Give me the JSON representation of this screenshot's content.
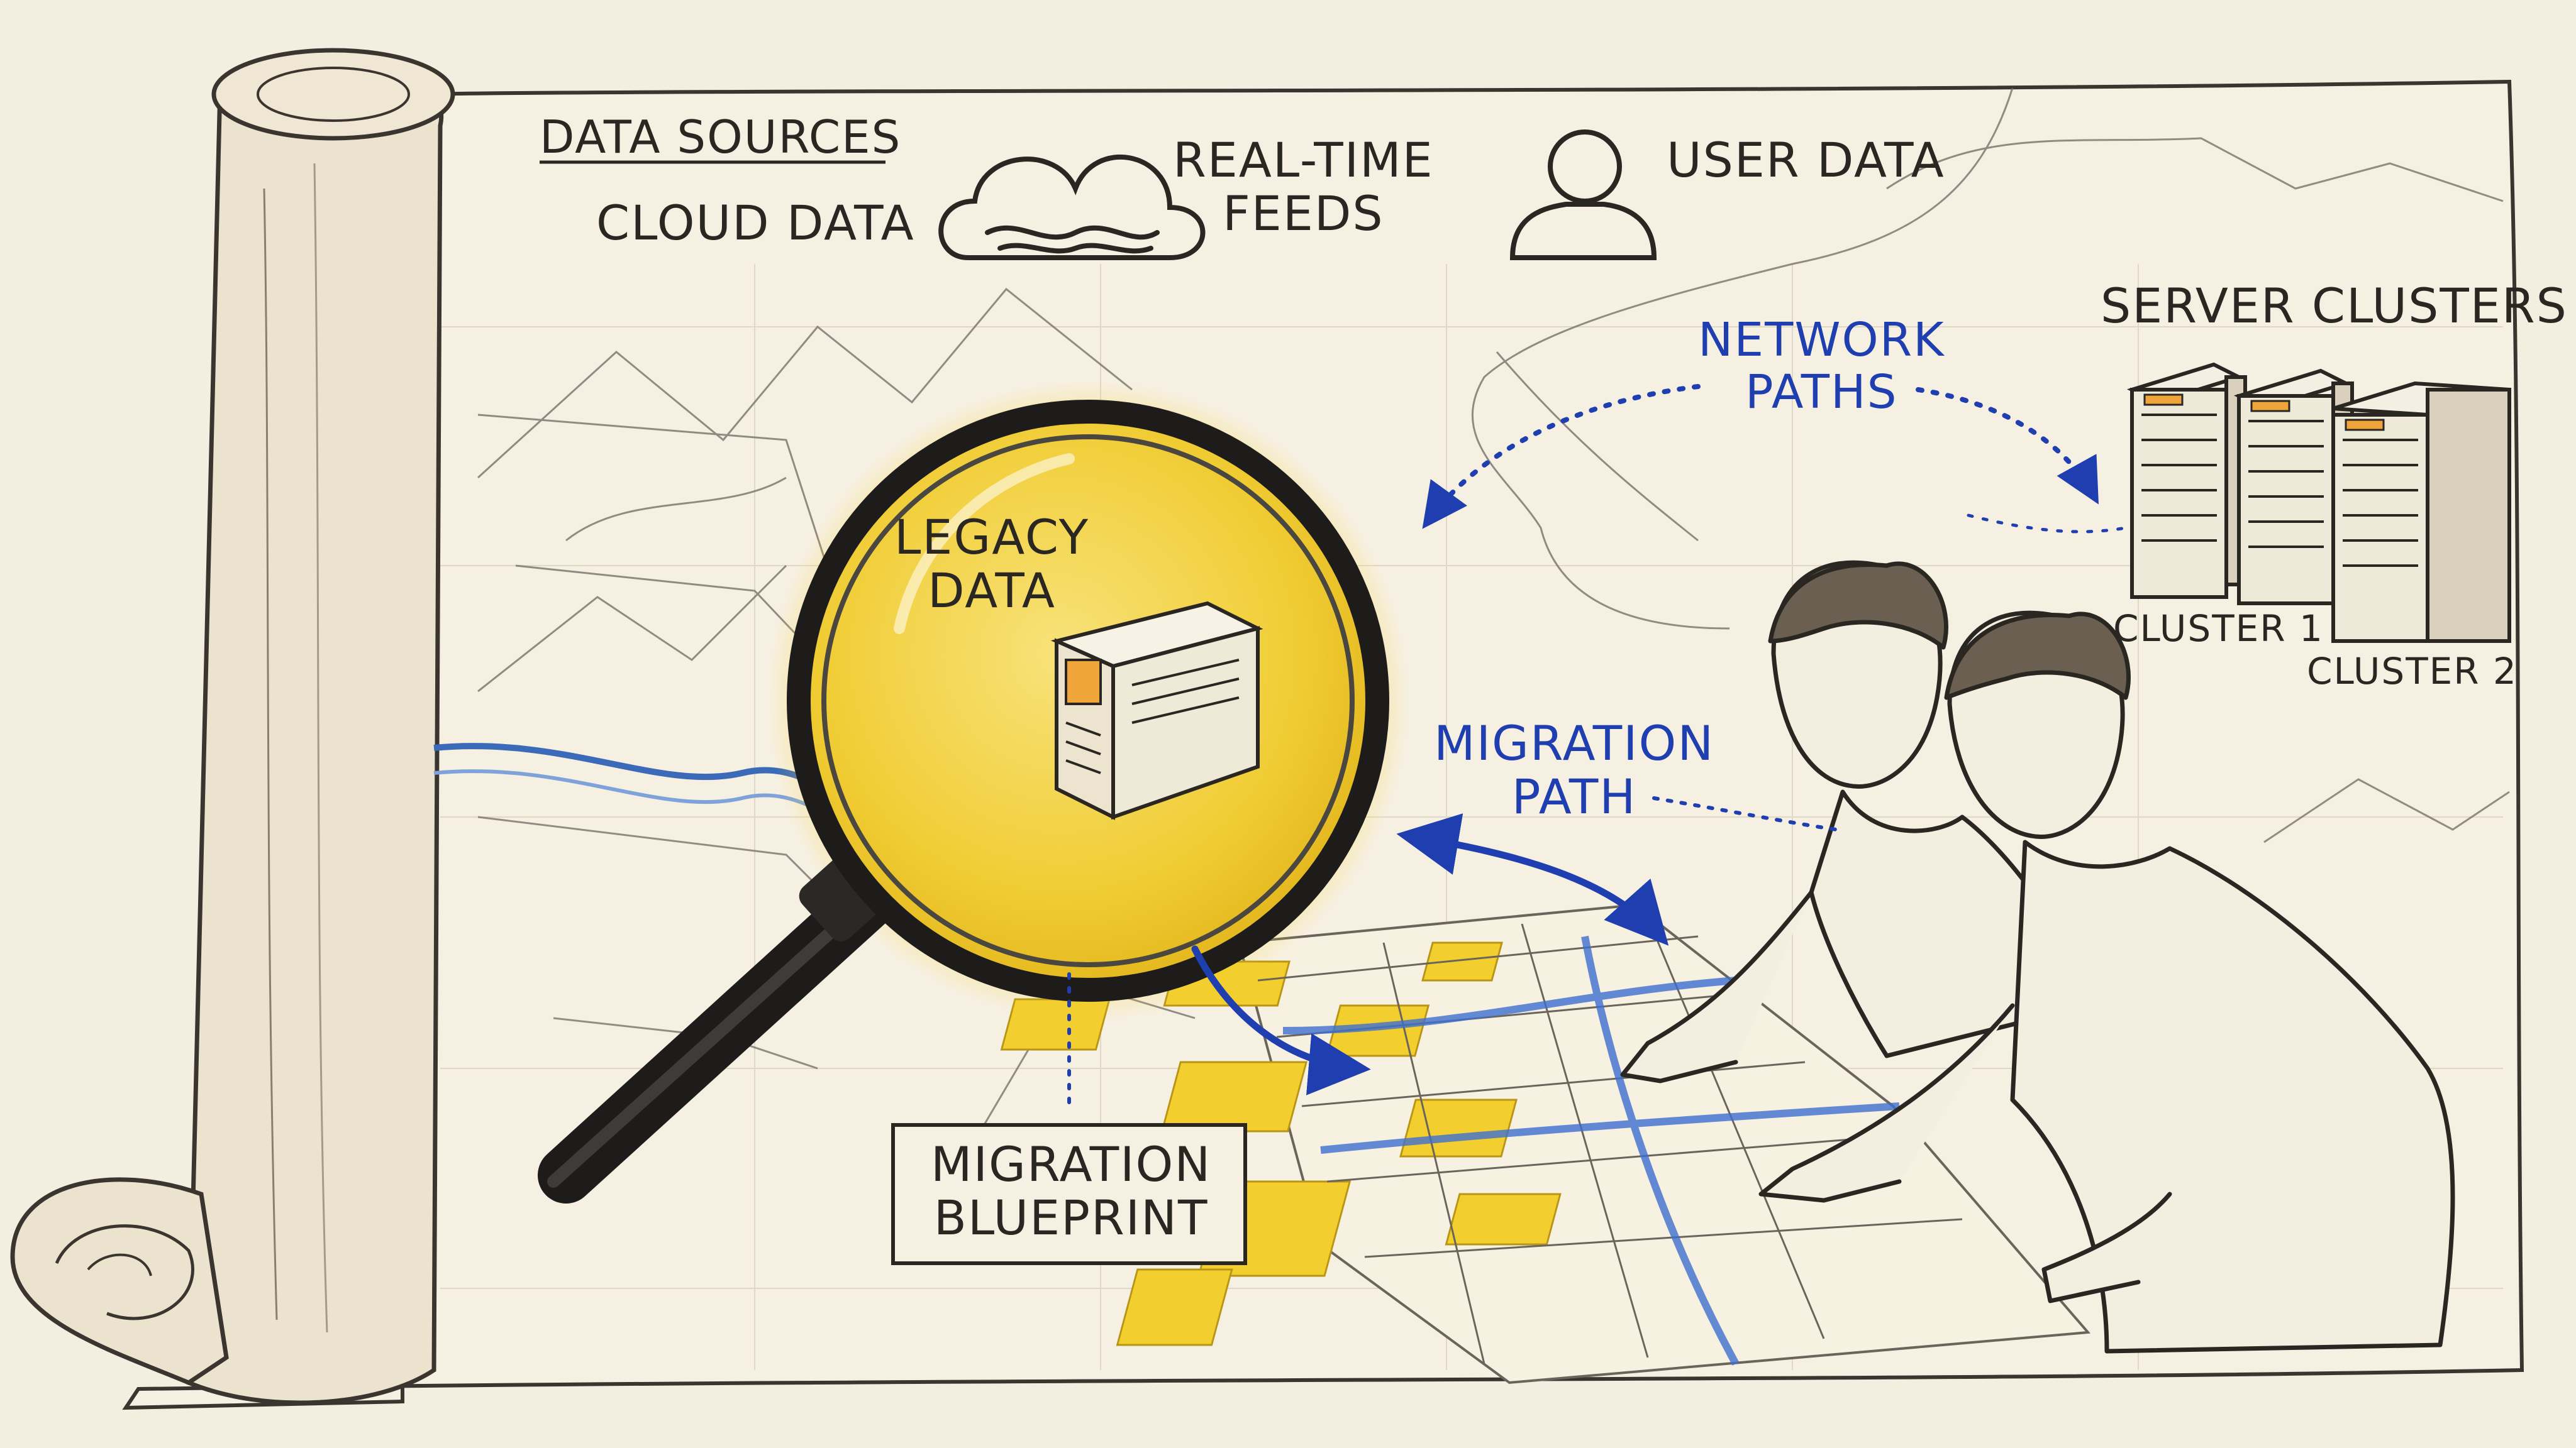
{
  "header": {
    "data_sources": "DATA SOURCES",
    "cloud_data": "CLOUD DATA",
    "realtime_line1": "REAL-TIME",
    "realtime_line2": "FEEDS",
    "user_data": "USER DATA"
  },
  "servers": {
    "title": "SERVER CLUSTERS",
    "cluster1": "CLUSTER 1",
    "cluster2": "CLUSTER 2"
  },
  "network": {
    "line1": "NETWORK",
    "line2": "PATHS"
  },
  "legacy": {
    "line1": "LEGACY",
    "line2": "DATA"
  },
  "migration_path": {
    "line1": "MIGRATION",
    "line2": "PATH"
  },
  "blueprint": {
    "line1": "MIGRATION",
    "line2": "BLUEPRINT"
  },
  "colors": {
    "paper": "#f4eee0",
    "ink": "#2a2622",
    "accent_yellow": "#f2cf2e",
    "accent_blue": "#1f3fb0"
  },
  "icons": [
    "cloud-icon",
    "user-icon",
    "magnifier-icon",
    "legacy-server-icon",
    "server-rack-icon"
  ]
}
